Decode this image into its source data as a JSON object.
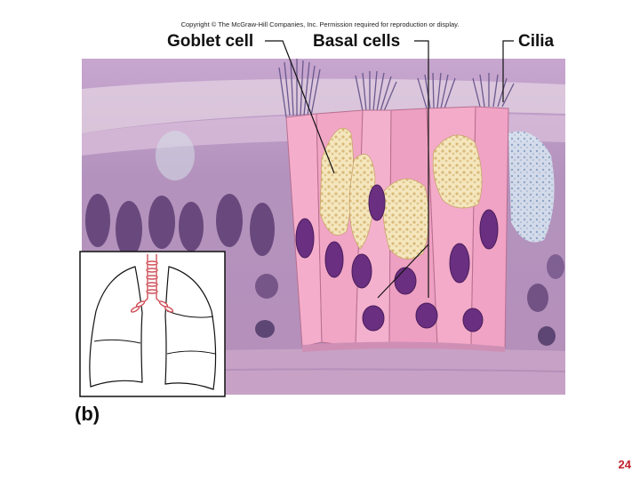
{
  "copyright": "Copyright © The McGraw-Hill Companies, Inc. Permission required for reproduction or display.",
  "labels": {
    "goblet_cell": "Goblet cell",
    "basal_cells": "Basal cells",
    "cilia": "Cilia"
  },
  "panel_label": "(b)",
  "page_number": "24",
  "colors": {
    "tissue_background": "#b08ab8",
    "cell_pink": "#f0a6c4",
    "nucleus": "#6a2f80",
    "mucus": "#f2e2b4",
    "page_number": "#c0202a"
  }
}
